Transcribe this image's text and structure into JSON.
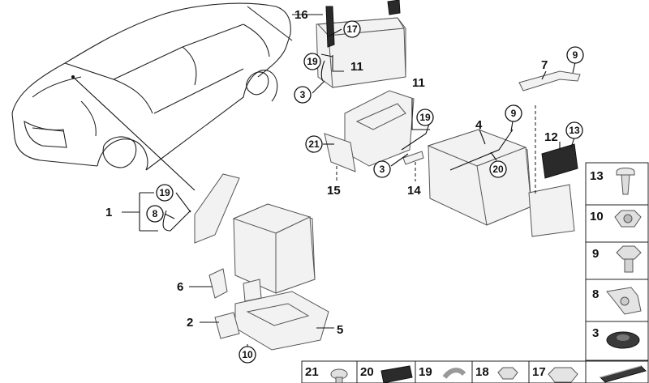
{
  "callouts": {
    "c1": "1",
    "c2": "2",
    "c3a": "3",
    "c3b": "3",
    "c4": "4",
    "c5": "5",
    "c6": "6",
    "c7": "7",
    "c8": "8",
    "c9a": "9",
    "c9b": "9",
    "c10": "10",
    "c11a": "11",
    "c11b": "11",
    "c12": "12",
    "c13": "13",
    "c14": "14",
    "c15": "15",
    "c16": "16",
    "c17": "17",
    "c19a": "19",
    "c19b": "19",
    "c19c": "19",
    "c20": "20",
    "c21": "21"
  },
  "parts_panel_right": [
    "13",
    "10",
    "9",
    "8",
    "3"
  ],
  "parts_panel_bottom": [
    "21",
    "20",
    "19",
    "18",
    "17"
  ]
}
